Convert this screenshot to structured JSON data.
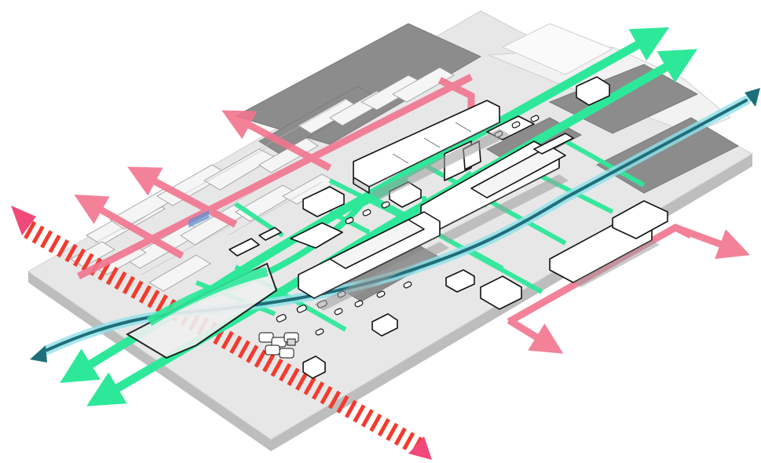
{
  "diagram": {
    "layers": [
      "ground-slab",
      "existing-urban-fabric",
      "proposed-buildings",
      "green-corridors",
      "pedestrian-links",
      "blue-waterway",
      "railway-barrier",
      "site-boundary"
    ],
    "colors": {
      "slab": "#e6e6e6",
      "slab_side": "#bdbdbd",
      "dark_blocks": "#8c8c8c",
      "green": "#2ee89a",
      "pink": "#f2758f",
      "blue": "#1f6f7a",
      "blue_glow": "#8fe1ea",
      "rail": "#f23b2e",
      "building": "#ffffff",
      "outline": "#111111"
    }
  }
}
